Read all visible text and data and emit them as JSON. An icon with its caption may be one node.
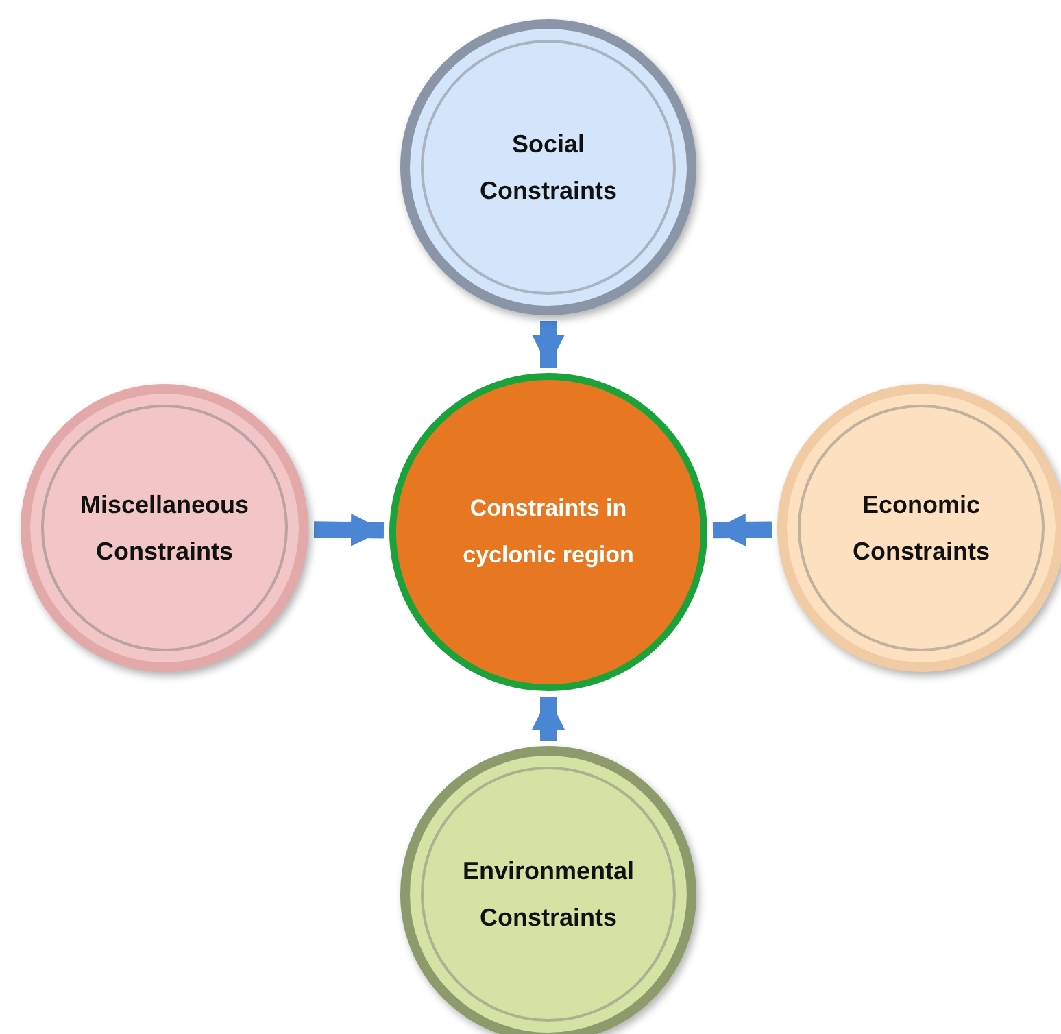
{
  "diagram": {
    "nodes": [
      {
        "text": [
          "Social Constraints"
        ]
      },
      {
        "text": [
          "Miscellaneous Constraints"
        ]
      },
      {
        "text": [
          "Constraints in cyclonic region"
        ]
      },
      {
        "text": [
          "Economic Constraints"
        ]
      },
      {
        "text": [
          "Environmental Constraints"
        ]
      }
    ],
    "edges": [
      {
        "from": 0,
        "to": 2,
        "arrow": "to"
      },
      {
        "from": 1,
        "to": 2,
        "arrow": "to"
      },
      {
        "from": 3,
        "to": 2,
        "arrow": "to"
      },
      {
        "from": 4,
        "to": 2,
        "arrow": "to"
      }
    ]
  }
}
